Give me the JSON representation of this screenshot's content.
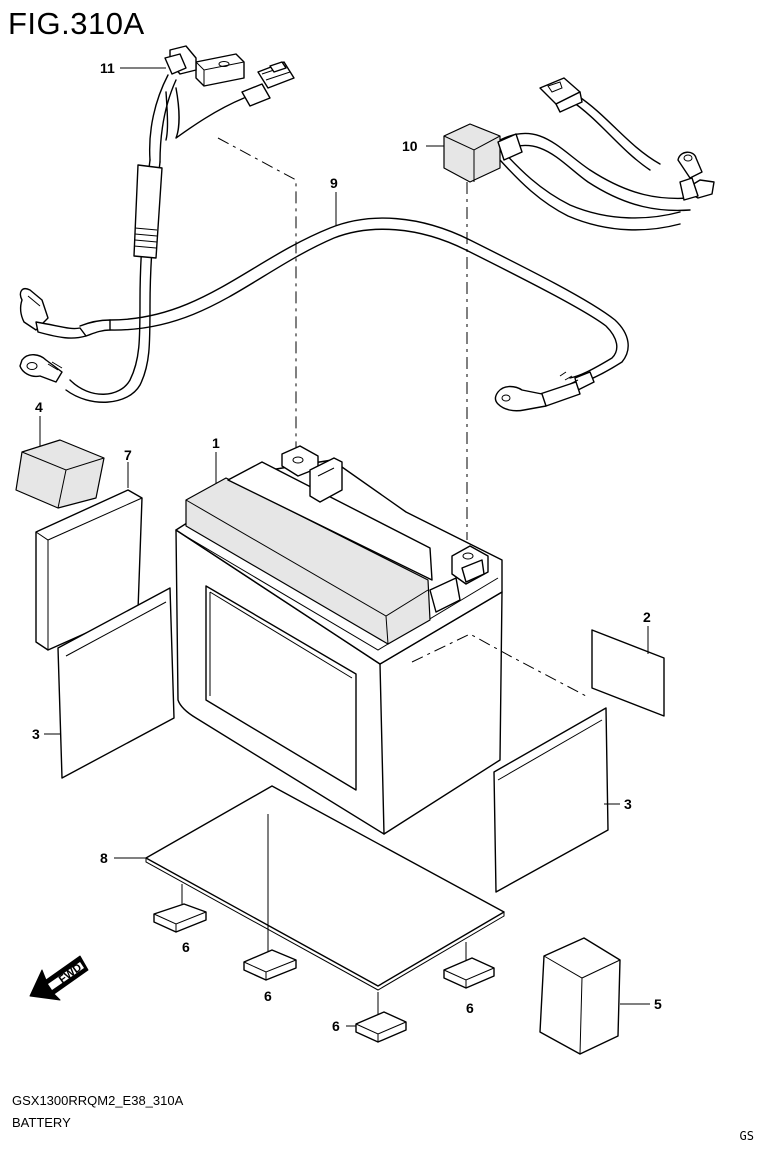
{
  "figure": {
    "title": "FIG.310A",
    "model_code": "GSX1300RRQM2_E38_310A",
    "name": "BATTERY",
    "corner_mark": "GS",
    "fwd_label": "FWD"
  },
  "callouts": {
    "p1": "1",
    "p2": "2",
    "p3a": "3",
    "p3b": "3",
    "p4": "4",
    "p5": "5",
    "p6a": "6",
    "p6b": "6",
    "p6c": "6",
    "p6d": "6",
    "p7": "7",
    "p8": "8",
    "p9": "9",
    "p10": "10",
    "p11": "11"
  }
}
